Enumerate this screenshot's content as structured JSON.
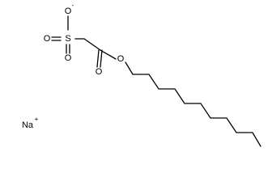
{
  "molecule": {
    "atoms": {
      "o_minus": {
        "symbol": "O",
        "charge": "-"
      },
      "s": {
        "symbol": "S"
      },
      "o_left": {
        "symbol": "O"
      },
      "o_bottom": {
        "symbol": "O"
      },
      "o_carbonyl": {
        "symbol": "O"
      },
      "o_ester": {
        "symbol": "O"
      },
      "na": {
        "symbol": "Na",
        "charge": "+"
      }
    }
  }
}
